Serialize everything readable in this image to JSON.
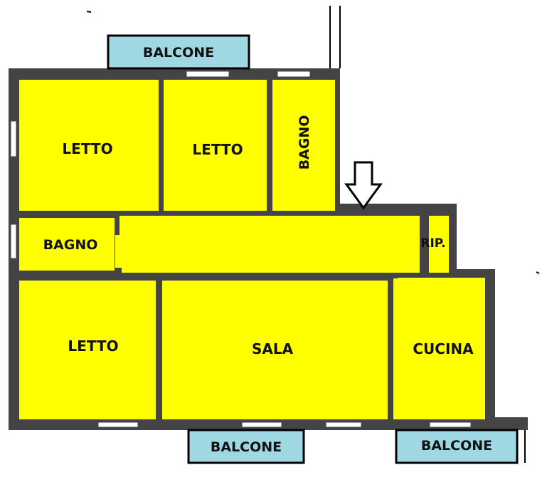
{
  "colors": {
    "room": "#ffff00",
    "balcony": "#9fd8e3",
    "wall": "#444444",
    "outline": "#000000"
  },
  "rooms": {
    "letto_1": "LETTO",
    "letto_2": "LETTO",
    "bagno_top": "BAGNO",
    "bagno_left": "BAGNO",
    "ripostiglio": "RIP.",
    "letto_3": "LETTO",
    "sala": "SALA",
    "cucina": "CUCINA"
  },
  "balconies": {
    "top": "BALCONE",
    "bottom_center": "BALCONE",
    "bottom_right": "BALCONE"
  },
  "icons": {
    "entrance": "down-arrow-icon"
  }
}
